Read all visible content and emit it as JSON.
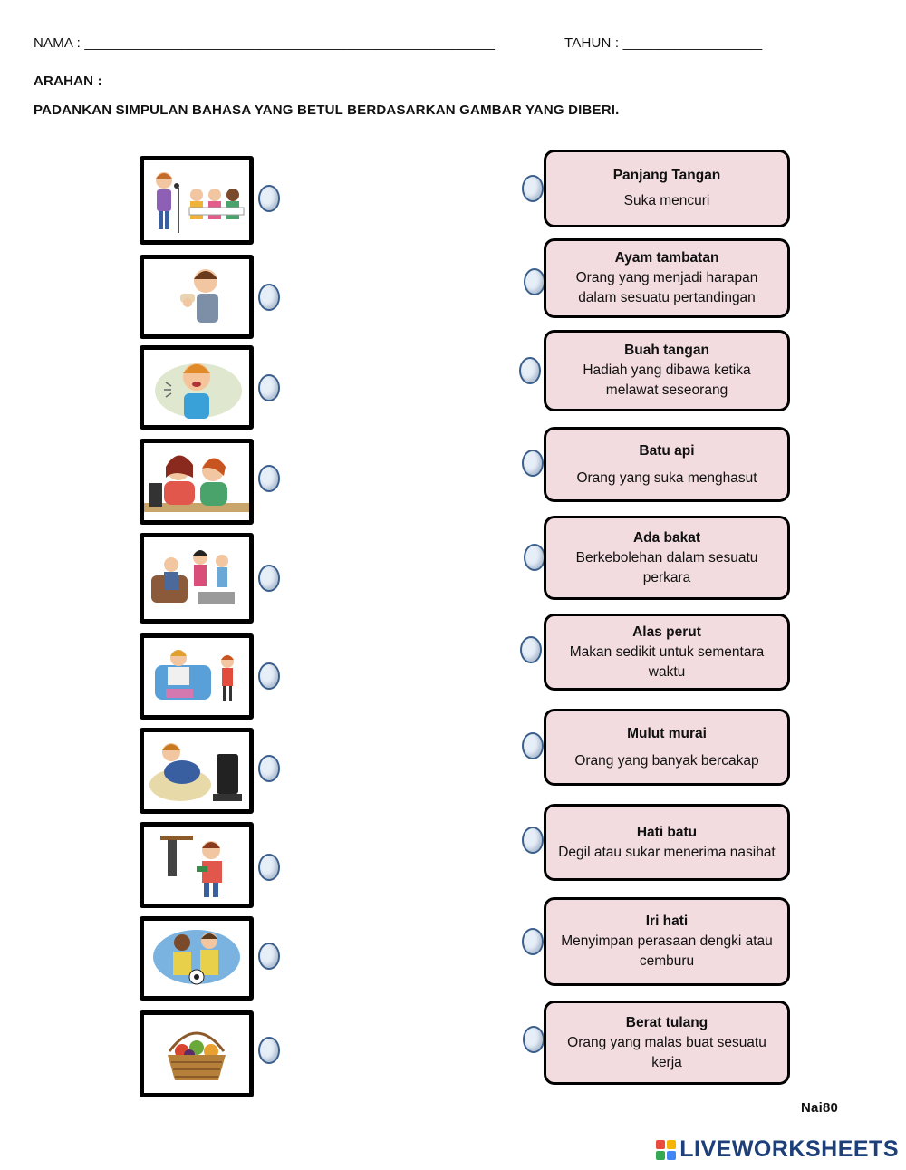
{
  "header": {
    "name_label": "NAMA : _____________________________________________________",
    "year_label": "TAHUN : __________________",
    "instruction_title": "ARAHAN :",
    "instruction_text": "PADANKAN SIMPULAN BAHASA YANG BETUL BERDASARKAN GAMBAR YANG DIBERI."
  },
  "pictures": [
    {
      "icon": "children-singing-image"
    },
    {
      "icon": "boy-eating-image"
    },
    {
      "icon": "boy-talking-image"
    },
    {
      "icon": "women-gossiping-image"
    },
    {
      "icon": "family-argument-image"
    },
    {
      "icon": "family-sofa-image"
    },
    {
      "icon": "lazy-man-sofa-image"
    },
    {
      "icon": "boy-stealing-image"
    },
    {
      "icon": "football-players-image"
    },
    {
      "icon": "fruit-basket-image"
    }
  ],
  "cards": [
    {
      "title": "Panjang Tangan",
      "meaning": "Suka mencuri"
    },
    {
      "title": "Ayam tambatan",
      "meaning": "Orang yang menjadi harapan dalam sesuatu pertandingan"
    },
    {
      "title": "Buah tangan",
      "meaning": "Hadiah yang dibawa ketika melawat seseorang"
    },
    {
      "title": "Batu api",
      "meaning": "Orang yang suka menghasut"
    },
    {
      "title": "Ada bakat",
      "meaning": "Berkebolehan dalam sesuatu perkara"
    },
    {
      "title": "Alas perut",
      "meaning": "Makan sedikit untuk sementara waktu"
    },
    {
      "title": "Mulut murai",
      "meaning": "Orang yang banyak bercakap"
    },
    {
      "title": "Hati batu",
      "meaning": "Degil atau sukar menerima nasihat"
    },
    {
      "title": "Iri hati",
      "meaning": "Menyimpan perasaan dengki atau cemburu"
    },
    {
      "title": "Berat tulang",
      "meaning": "Orang yang malas buat sesuatu kerja"
    }
  ],
  "footer": {
    "author": "Nai80",
    "brand": "LIVEWORKSHEETS"
  },
  "colors": {
    "card_bg": "#f2dcdf",
    "dot_border": "#3b5f8c",
    "brand": "#1d3f7a"
  }
}
